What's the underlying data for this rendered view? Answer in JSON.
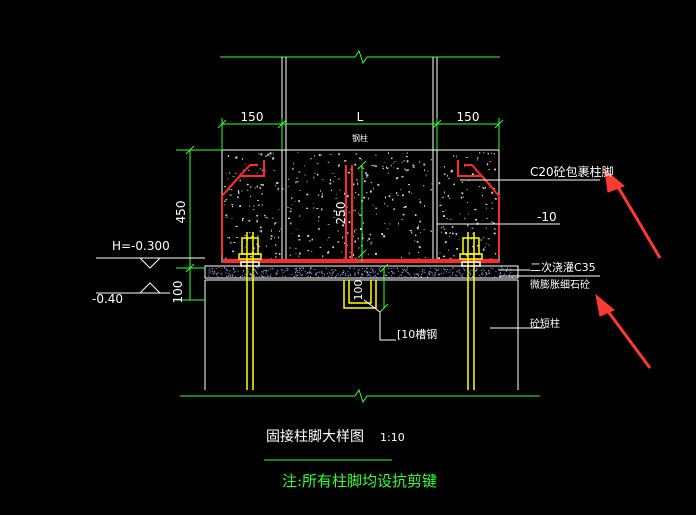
{
  "drawing": {
    "dim_top_left": "150",
    "dim_top_center": "L",
    "dim_top_right": "150",
    "dim_left_height": "450",
    "dim_left_bottom": "100",
    "dim_inner_height": "250",
    "dim_channel": "100",
    "steel_column_label": "钢柱",
    "elevation_top": "H=-0.300",
    "elevation_bottom": "-0.40",
    "callout_encase": "C20砼包裹柱脚",
    "callout_plate": "-10",
    "callout_grout_line1": "二次浇灌C35",
    "callout_grout_line2": "微膨胀细石砼",
    "callout_pier": "砼短柱",
    "callout_channel": "[10槽钢",
    "title": "固接柱脚大样图",
    "scale": "1:10",
    "note": "注:所有柱脚均设抗剪键"
  },
  "colors": {
    "background": "#000000",
    "red": "#ff2a2a",
    "yellow": "#ffff00",
    "green": "#33ff33",
    "white": "#ffffff",
    "annotation_arrow": "#ff3b30"
  }
}
